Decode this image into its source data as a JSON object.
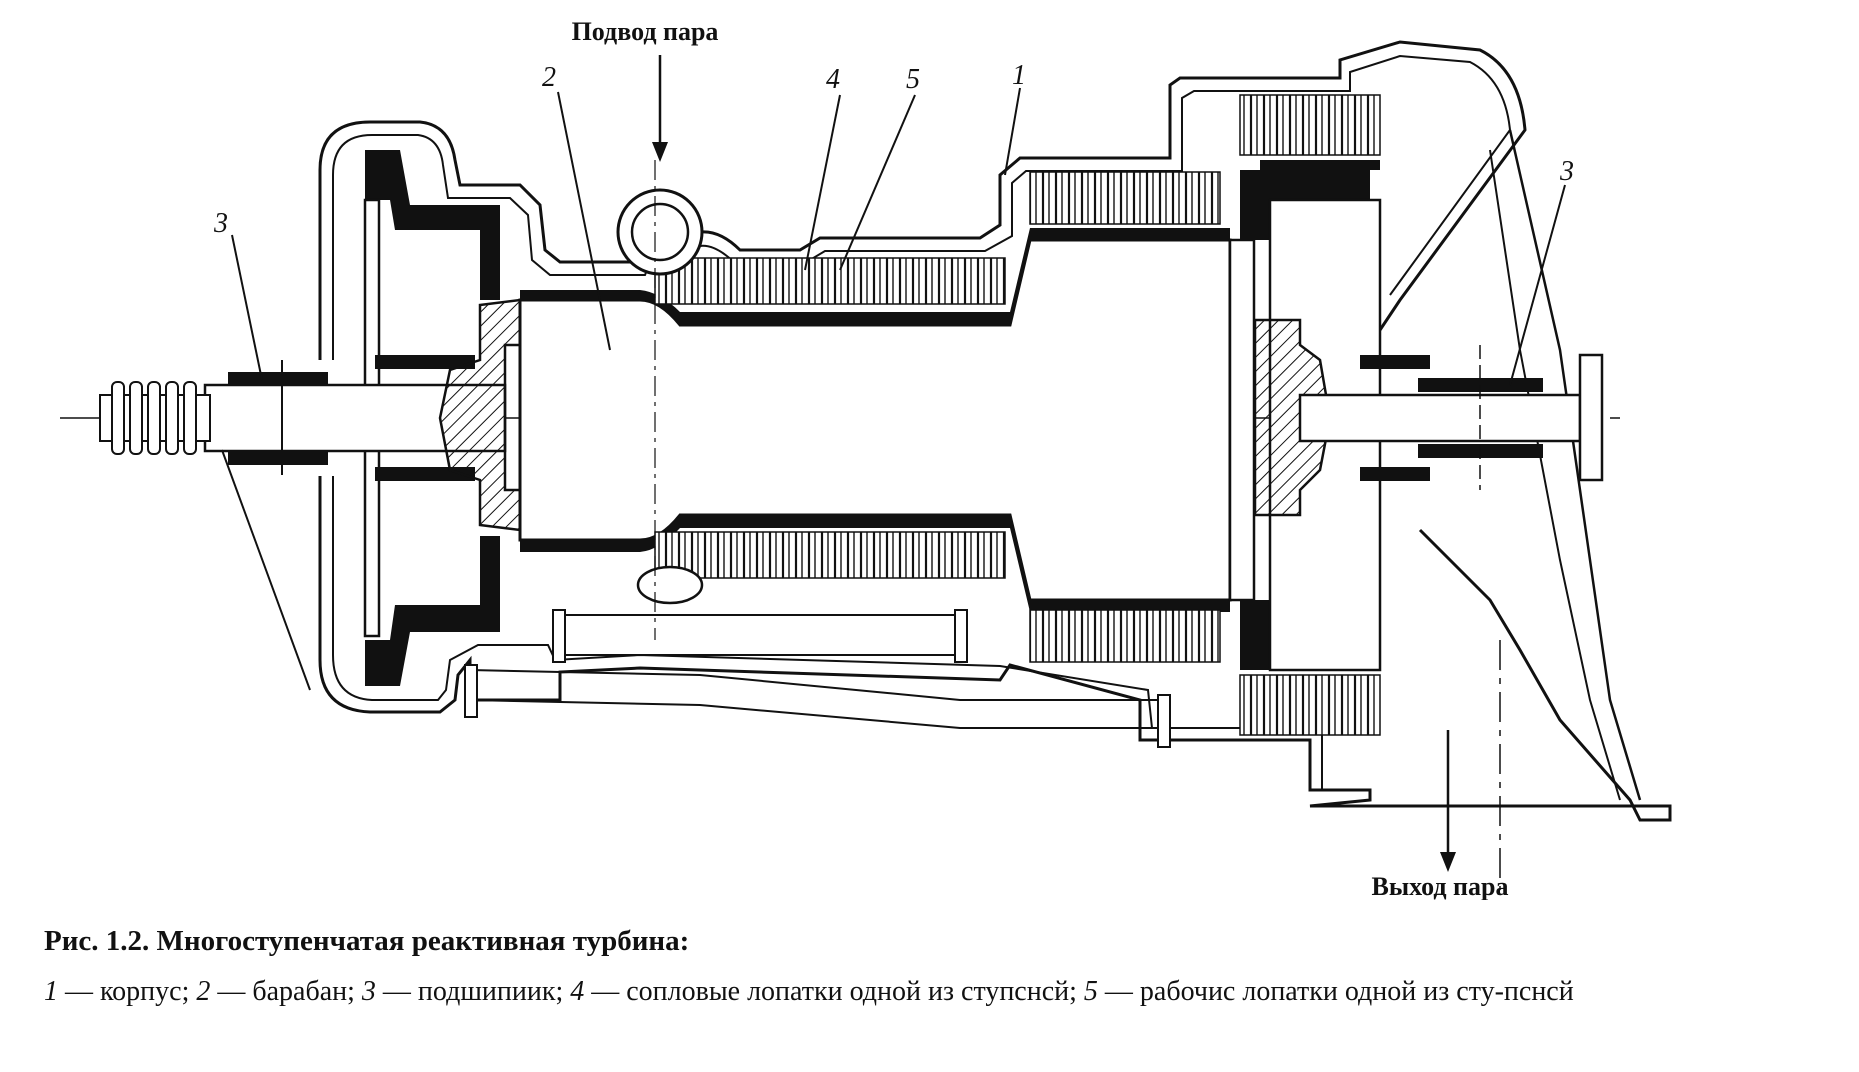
{
  "figure": {
    "labels": {
      "steam_in": "Подвод пара",
      "steam_out": "Выход пара",
      "num_1": "1",
      "num_2": "2",
      "num_3_left": "3",
      "num_3_right": "3",
      "num_4": "4",
      "num_5": "5"
    },
    "colors": {
      "line": "#111111",
      "background": "#ffffff"
    }
  },
  "caption": {
    "title": "Рис. 1.2. Многоступенчатая реактивная турбина:",
    "legend": [
      {
        "num": "1",
        "text": " — корпус; "
      },
      {
        "num": "2",
        "text": " — барабан; "
      },
      {
        "num": "3",
        "text": " — подшипиик; "
      },
      {
        "num": "4",
        "text": " — сопловые лопатки одной из ступснсй; "
      },
      {
        "num": "5",
        "text": " — рабочис лопатки одной из сту-пснсй"
      }
    ]
  }
}
